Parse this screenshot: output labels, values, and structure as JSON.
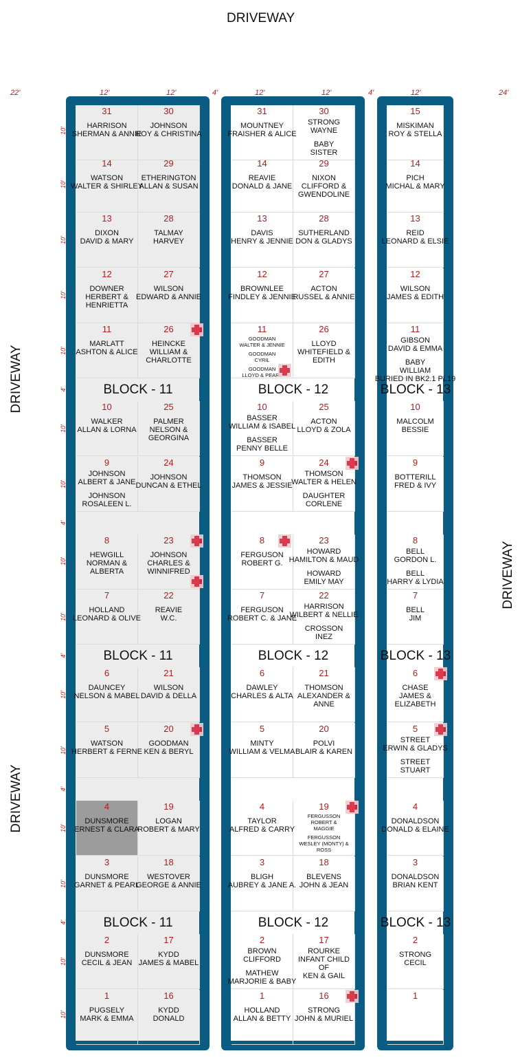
{
  "driveways": {
    "top": "DRIVEWAY",
    "left_upper": "DRIVEWAY",
    "left_lower": "DRIVEWAY",
    "right": "DRIVEWAY"
  },
  "measurements": {
    "top": [
      "22'",
      "12'",
      "12'",
      "4'",
      "12'",
      "12'",
      "4'",
      "12'",
      "24'"
    ],
    "rows": [
      "10'",
      "10'",
      "10'",
      "10'",
      "10'",
      "4'",
      "10'",
      "10'",
      "4'",
      "10'",
      "10'",
      "4'",
      "10'",
      "10'",
      "4'",
      "10'",
      "10'",
      "4'",
      "10'",
      "10'"
    ]
  },
  "blocks": [
    {
      "label": "BLOCK - 11",
      "columns": [
        {
          "cells": [
            {
              "num": "31",
              "names": [
                "HARRISON",
                "SHERMAN & ANNIE"
              ]
            },
            {
              "num": "14",
              "names": [
                "WATSON",
                "WALTER & SHIRLEY"
              ]
            },
            {
              "num": "13",
              "names": [
                "DIXON",
                "DAVID & MARY"
              ]
            },
            {
              "num": "12",
              "names": [
                "DOWNER",
                "HERBERT &",
                "HENRIETTA"
              ]
            },
            {
              "num": "11",
              "names": [
                "MARLATT",
                "ASHTON & ALICE"
              ]
            },
            {
              "num": "10",
              "names": [
                "WALKER",
                "ALLAN & LORNA"
              ]
            },
            {
              "num": "9",
              "names": [
                "JOHNSON",
                "ALBERT & JANE",
                "",
                "JOHNSON",
                "ROSALEEN L."
              ]
            },
            {
              "num": "8",
              "names": [
                "HEWGILL",
                "NORMAN &",
                "ALBERTA"
              ]
            },
            {
              "num": "7",
              "names": [
                "HOLLAND",
                "LEONARD & OLIVE"
              ]
            },
            {
              "num": "6",
              "names": [
                "DAUNCEY",
                "NELSON & MABEL"
              ]
            },
            {
              "num": "5",
              "names": [
                "WATSON",
                "HERBERT & FERNE"
              ]
            },
            {
              "num": "4",
              "names": [
                "DUNSMORE",
                "ERNEST & CLARA"
              ]
            },
            {
              "num": "3",
              "names": [
                "DUNSMORE",
                "GARNET & PEARL"
              ]
            },
            {
              "num": "2",
              "names": [
                "DUNSMORE",
                "CECIL & JEAN"
              ]
            },
            {
              "num": "1",
              "names": [
                "PUGSELY",
                "MARK & EMMA"
              ]
            }
          ]
        },
        {
          "cells": [
            {
              "num": "30",
              "names": [
                "JOHNSON",
                "ROY & CHRISTINA"
              ]
            },
            {
              "num": "29",
              "names": [
                "ETHERINGTON",
                "ALLAN & SUSAN"
              ]
            },
            {
              "num": "28",
              "names": [
                "TALMAY",
                "HARVEY"
              ]
            },
            {
              "num": "27",
              "names": [
                "WILSON",
                "EDWARD & ANNIE"
              ]
            },
            {
              "num": "26",
              "names": [
                "HEINCKE",
                "WILLIAM &",
                "CHARLOTTE"
              ]
            },
            {
              "num": "25",
              "names": [
                "PALMER",
                "NELSON &",
                "GEORGINA"
              ]
            },
            {
              "num": "24",
              "names": [
                "JOHNSON",
                "DUNCAN & ETHEL"
              ]
            },
            {
              "num": "23",
              "names": [
                "JOHNSON",
                "CHARLES &",
                "WINNIFRED"
              ]
            },
            {
              "num": "22",
              "names": [
                "REAVIE",
                "W.C."
              ]
            },
            {
              "num": "21",
              "names": [
                "WILSON",
                "DAVID & DELLA"
              ]
            },
            {
              "num": "20",
              "names": [
                "GOODMAN",
                "KEN & BERYL"
              ]
            },
            {
              "num": "19",
              "names": [
                "LOGAN",
                "ROBERT & MARY"
              ]
            },
            {
              "num": "18",
              "names": [
                "WESTOVER",
                "GEORGE & ANNIE"
              ]
            },
            {
              "num": "17",
              "names": [
                "KYDD",
                "JAMES & MABEL"
              ]
            },
            {
              "num": "16",
              "names": [
                "KYDD",
                "DONALD"
              ]
            }
          ]
        }
      ]
    },
    {
      "label": "BLOCK - 12",
      "columns": [
        {
          "cells": [
            {
              "num": "31",
              "names": [
                "MOUNTNEY",
                "FRAISHER & ALICE"
              ]
            },
            {
              "num": "14",
              "names": [
                "REAVIE",
                "DONALD & JANE"
              ]
            },
            {
              "num": "13",
              "names": [
                "DAVIS",
                "HENRY & JENNIE"
              ]
            },
            {
              "num": "12",
              "names": [
                "BROWNLEE",
                "FINDLEY & JENNIE"
              ]
            },
            {
              "num": "11",
              "names": [
                "GOODMAN",
                "WALTER & JENNIE",
                "",
                "GOODMAN",
                "CYRIL",
                "",
                "GOODMAN",
                "LLOYD & PEARL"
              ]
            },
            {
              "num": "10",
              "names": [
                "BASSER",
                "WILLIAM & ISABEL",
                "",
                "BASSER",
                "PENNY BELLE"
              ]
            },
            {
              "num": "9",
              "names": [
                "THOMSON",
                "JAMES & JESSIE"
              ]
            },
            {
              "num": "8",
              "names": [
                "FERGUSON",
                "ROBERT  G."
              ]
            },
            {
              "num": "7",
              "names": [
                "FERGUSON",
                "ROBERT  C. & JANE"
              ]
            },
            {
              "num": "6",
              "names": [
                "DAWLEY",
                "CHARLES & ALTA"
              ]
            },
            {
              "num": "5",
              "names": [
                "MINTY",
                "WILLIAM & VELMA"
              ]
            },
            {
              "num": "4",
              "names": [
                "TAYLOR",
                "ALFRED & CARRY"
              ]
            },
            {
              "num": "3",
              "names": [
                "BLIGH",
                "AUBREY & JANE A."
              ]
            },
            {
              "num": "2",
              "names": [
                "BROWN",
                "CLIFFORD",
                "",
                "MATHEW",
                "MARJORIE & BABY"
              ]
            },
            {
              "num": "1",
              "names": [
                "HOLLAND",
                "ALLAN & BETTY"
              ]
            }
          ]
        },
        {
          "cells": [
            {
              "num": "30",
              "names": [
                "STRONG",
                "WAYNE",
                "",
                "BABY",
                "SISTER"
              ]
            },
            {
              "num": "29",
              "names": [
                "NIXON",
                "CLIFFORD &",
                "GWENDOLINE"
              ]
            },
            {
              "num": "28",
              "names": [
                "SUTHERLAND",
                "DON & GLADYS"
              ]
            },
            {
              "num": "27",
              "names": [
                "ACTON",
                "RUSSEL & ANNIE"
              ]
            },
            {
              "num": "26",
              "names": [
                "LLOYD",
                "WHITEFIELD &",
                "EDITH"
              ]
            },
            {
              "num": "25",
              "names": [
                "ACTON",
                "LLOYD & ZOLA"
              ]
            },
            {
              "num": "24",
              "names": [
                "THOMSON",
                "WALTER & HELEN",
                "",
                "DAUGHTER",
                "CORLENE"
              ]
            },
            {
              "num": "23",
              "names": [
                "HOWARD",
                "HAMILTON & MAUD",
                "",
                "HOWARD",
                "EMILY MAY"
              ]
            },
            {
              "num": "22",
              "names": [
                "HARRISON",
                "WILBERT & NELLIE",
                "",
                "CROSSON",
                "INEZ"
              ]
            },
            {
              "num": "21",
              "names": [
                "THOMSON",
                "ALEXANDER &",
                "ANNE"
              ]
            },
            {
              "num": "20",
              "names": [
                "POLVI",
                "BLAIR & KAREN"
              ]
            },
            {
              "num": "19",
              "names": [
                "FERGUSSON",
                "ROBERT &",
                "MAGGIE",
                "",
                "FERGUSSON",
                "WESLEY (MONTY) &",
                "ROSS"
              ]
            },
            {
              "num": "18",
              "names": [
                "BLEVENS",
                "JOHN & JEAN"
              ]
            },
            {
              "num": "17",
              "names": [
                "ROURKE",
                "INFANT CHILD",
                "OF",
                "KEN & GAIL"
              ]
            },
            {
              "num": "16",
              "names": [
                "STRONG",
                "JOHN & MURIEL"
              ]
            }
          ]
        }
      ]
    },
    {
      "label": "BLOCK - 13",
      "columns": [
        {
          "cells": [
            {
              "num": "15",
              "names": [
                "MISKIMAN",
                "ROY & STELLA"
              ]
            },
            {
              "num": "14",
              "names": [
                "PICH",
                "MICHAL & MARY"
              ]
            },
            {
              "num": "13",
              "names": [
                "REID",
                "LEONARD & ELSIE"
              ]
            },
            {
              "num": "12",
              "names": [
                "WILSON",
                "JAMES & EDITH"
              ]
            },
            {
              "num": "11",
              "names": [
                "GIBSON",
                "DAVID & EMMA",
                "",
                "BABY",
                "WILLIAM",
                "BURIED IN BK2.1 PL19"
              ]
            },
            {
              "num": "10",
              "names": [
                "MALCOLM",
                "BESSIE"
              ]
            },
            {
              "num": "9",
              "names": [
                "BOTTERILL",
                "FRED & IVY"
              ]
            },
            {
              "num": "8",
              "names": [
                "BELL",
                "GORDON L.",
                "",
                "BELL",
                "HARRY & LYDIA"
              ]
            },
            {
              "num": "7",
              "names": [
                "BELL",
                "JIM"
              ]
            },
            {
              "num": "6",
              "names": [
                "CHASE",
                "JAMES &",
                "ELIZABETH"
              ]
            },
            {
              "num": "5",
              "names": [
                "STREET",
                "ERWIN & GLADYS",
                "",
                "STREET",
                "STUART"
              ]
            },
            {
              "num": "4",
              "names": [
                "DONALDSON",
                "DONALD & ELAINE"
              ]
            },
            {
              "num": "3",
              "names": [
                "DONALDSON",
                "BRIAN KENT"
              ]
            },
            {
              "num": "2",
              "names": [
                "STRONG",
                "CECIL"
              ]
            },
            {
              "num": "1",
              "names": []
            }
          ]
        }
      ]
    }
  ]
}
